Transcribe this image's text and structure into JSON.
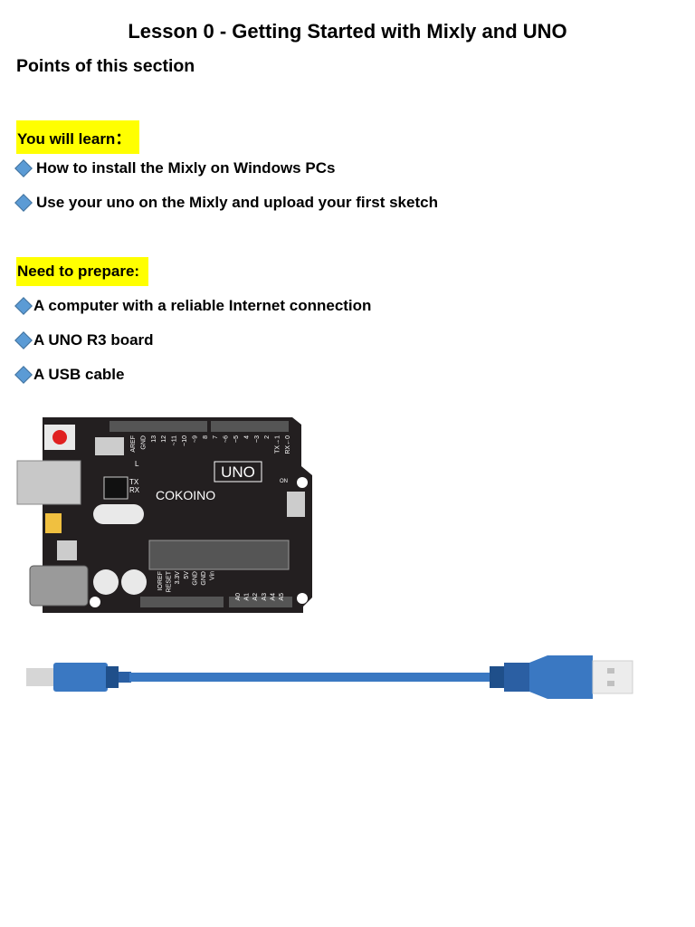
{
  "document": {
    "title": "Lesson 0 - Getting Started with Mixly and UNO",
    "subtitle": "Points of this section"
  },
  "learn": {
    "heading": "You will learn：",
    "items": [
      "How to install the Mixly on Windows PCs",
      "Use your uno on the Mixly and upload your first sketch"
    ]
  },
  "prepare": {
    "heading": "Need to prepare:",
    "items": [
      "A computer with a reliable Internet connection",
      "A UNO R3 board",
      "A USB cable"
    ]
  },
  "board": {
    "brand": "COKOINO",
    "model": "UNO",
    "led_labels": [
      "L",
      "TX",
      "RX",
      "ON"
    ],
    "digital_pins": [
      "AREF",
      "GND",
      "13",
      "12",
      "~11",
      "~10",
      "~9",
      "8",
      "7",
      "~6",
      "~5",
      "4",
      "~3",
      "2",
      "TX→1",
      "RX←0"
    ],
    "power_pins": [
      "IOREF",
      "RESET",
      "3.3V",
      "5V",
      "GND",
      "GND",
      "Vin"
    ],
    "analog_pins": [
      "A0",
      "A1",
      "A2",
      "A3",
      "A4",
      "A5"
    ]
  },
  "colors": {
    "highlight": "#ffff00",
    "bullet": "#5b9bd5",
    "board": "#231f20",
    "cable": "#3a78c2"
  }
}
